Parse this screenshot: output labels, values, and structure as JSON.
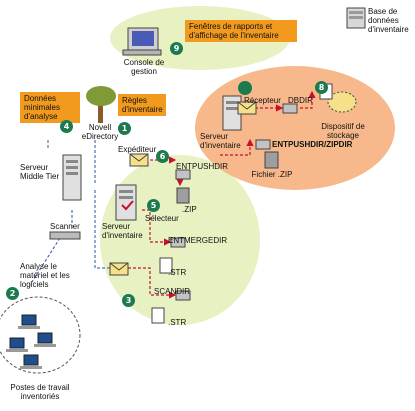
{
  "labels": {
    "report_windows": "Fenêtres de rapports et d'affichage de l'inventaire",
    "mgmt_console": "Console de gestion",
    "inventory_db": "Base de données d'inventaire",
    "min_scan_data": "Données minimales d'analyse",
    "novell_edirectory": "Novell eDirectory",
    "inventory_rules": "Règles d'inventaire",
    "receiver": "Récepteur",
    "dbdir": "DBDIR",
    "inventory_server_right": "Serveur d'inventaire",
    "storage_device": "Dispositif de stockage",
    "entpushdir_zipdir": "ENTPUSHDIR/ZIPDIR",
    "zip_file": "Fichier .ZIP",
    "middle_tier_server": "Serveur Middle Tier",
    "sender": "Expéditeur",
    "entpushdir": "ENTPUSHDIR",
    "zip_ext": ".ZIP",
    "inventory_server_center": "Serveur d'inventaire",
    "selector": "Sélecteur",
    "entmergedir": "ENTMERGEDIR",
    "str_ext_1": ".STR",
    "scandir": "SCANDIR",
    "str_ext_2": ".STR",
    "scanner": "Scanner",
    "analyze_hw_sw": "Analyse le matériel et les logiciels",
    "inventoried_workstations": "Postes de travail inventoriés"
  },
  "steps": [
    "1",
    "2",
    "3",
    "4",
    "5",
    "6",
    "8",
    "9"
  ],
  "colors": {
    "green_ellipse": "#e7f1c2",
    "orange_ellipse": "#f7b98b",
    "label_box": "#f29a1e",
    "step_badge": "#1d7a4f",
    "flow_arrow": "#c8102e",
    "tree_trunk": "#8a5a2b",
    "tree_foliage": "#7f9a36"
  },
  "icons": [
    "monitor-icon",
    "database-icon",
    "tree-icon",
    "server-icon",
    "scanner-icon",
    "workstation-icon",
    "file-icon",
    "folder-icon",
    "tape-icon",
    "envelope-icon",
    "storage-icon"
  ]
}
